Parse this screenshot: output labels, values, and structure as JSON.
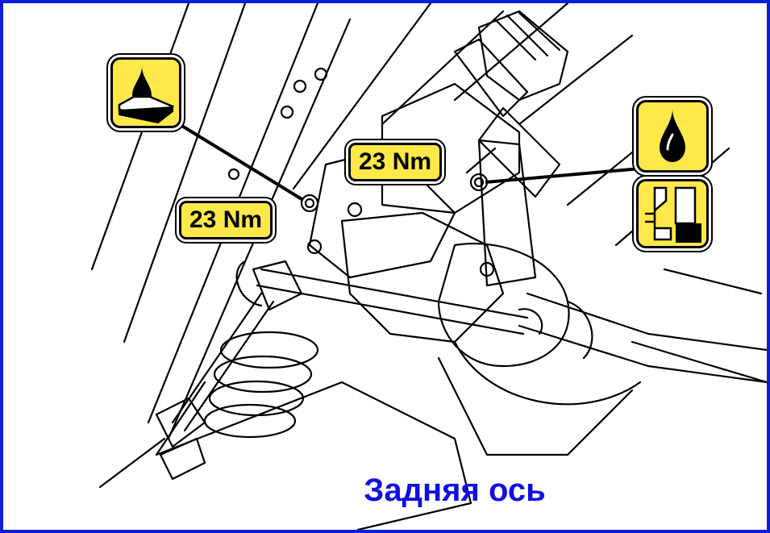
{
  "diagram": {
    "torque_labels": [
      {
        "text": "23 Nm"
      },
      {
        "text": "23 Nm"
      }
    ],
    "caption": "Задняя  ось",
    "icons": [
      "sealant-icon",
      "oil-drop-icon",
      "thread-locker-icon"
    ],
    "colors": {
      "frame": "#0a1fd6",
      "label_fill": "#ffe84a",
      "caption": "#1010e0",
      "line": "#000000"
    }
  }
}
